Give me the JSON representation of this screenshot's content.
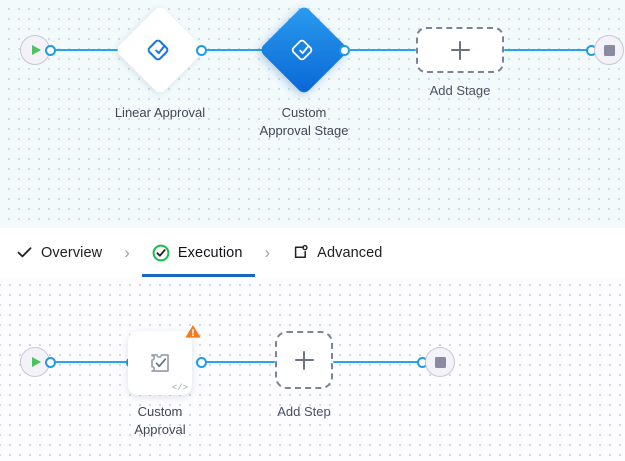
{
  "colors": {
    "accent_blue": "#1f9ae6",
    "selected_node_blue": "#1a82e2",
    "tab_underline": "#1668c1",
    "success_green": "#18c04a",
    "start_green": "#4cc35e",
    "warning_orange": "#f07c1e",
    "stage_canvas_bg": "#f2fafc",
    "step_canvas_bg": "#fdfdff",
    "dashed_border": "#7b839b"
  },
  "stage_canvas": {
    "name": "stage-flow-canvas",
    "start_node": {
      "label": "Start",
      "icon": "play-icon"
    },
    "end_node": {
      "label": "End",
      "icon": "stop-icon"
    },
    "stages": [
      {
        "id": "linear-approval",
        "label": "Linear Approval",
        "icon": "approval-diamond-icon",
        "selected": false
      },
      {
        "id": "custom-approval-stage",
        "label": "Custom\nApproval Stage",
        "icon": "approval-diamond-icon",
        "selected": true
      }
    ],
    "add_stage": {
      "label": "Add Stage",
      "icon": "plus-icon"
    }
  },
  "tabs": {
    "name": "workflow-tabs",
    "separator": "›",
    "items": [
      {
        "id": "overview",
        "label": "Overview",
        "icon": "check-icon",
        "active": false
      },
      {
        "id": "execution",
        "label": "Execution",
        "icon": "check-circle-icon",
        "active": true
      },
      {
        "id": "advanced",
        "label": "Advanced",
        "icon": "settings-box-icon",
        "active": false
      }
    ]
  },
  "step_canvas": {
    "name": "step-flow-canvas",
    "start_node": {
      "label": "Start",
      "icon": "play-icon"
    },
    "end_node": {
      "label": "End",
      "icon": "stop-icon"
    },
    "steps": [
      {
        "id": "custom-approval",
        "label": "Custom\nApproval",
        "icon": "custom-task-icon",
        "badge_icon": "warning-triangle-icon",
        "code_badge": "</>"
      }
    ],
    "add_step": {
      "label": "Add Step",
      "icon": "plus-icon"
    }
  }
}
